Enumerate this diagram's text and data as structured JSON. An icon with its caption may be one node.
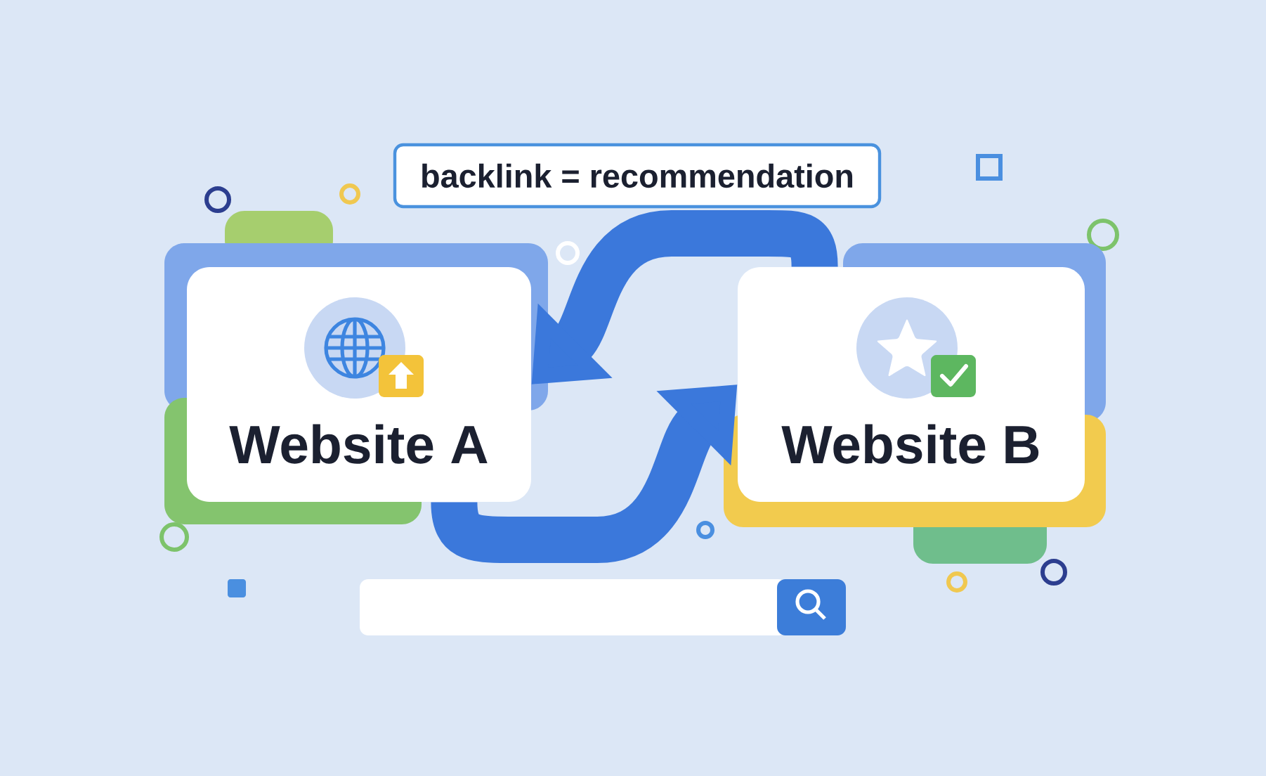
{
  "diagram": {
    "nodes": [
      {
        "text": [
          "backlink = recommendation"
        ]
      },
      {
        "text": [
          "Website A"
        ]
      },
      {
        "text": [
          "Website B"
        ]
      }
    ],
    "edges": [
      {
        "from": 1,
        "to": 2,
        "arrow": "to"
      },
      {
        "from": 2,
        "to": 1,
        "arrow": "to"
      }
    ]
  }
}
